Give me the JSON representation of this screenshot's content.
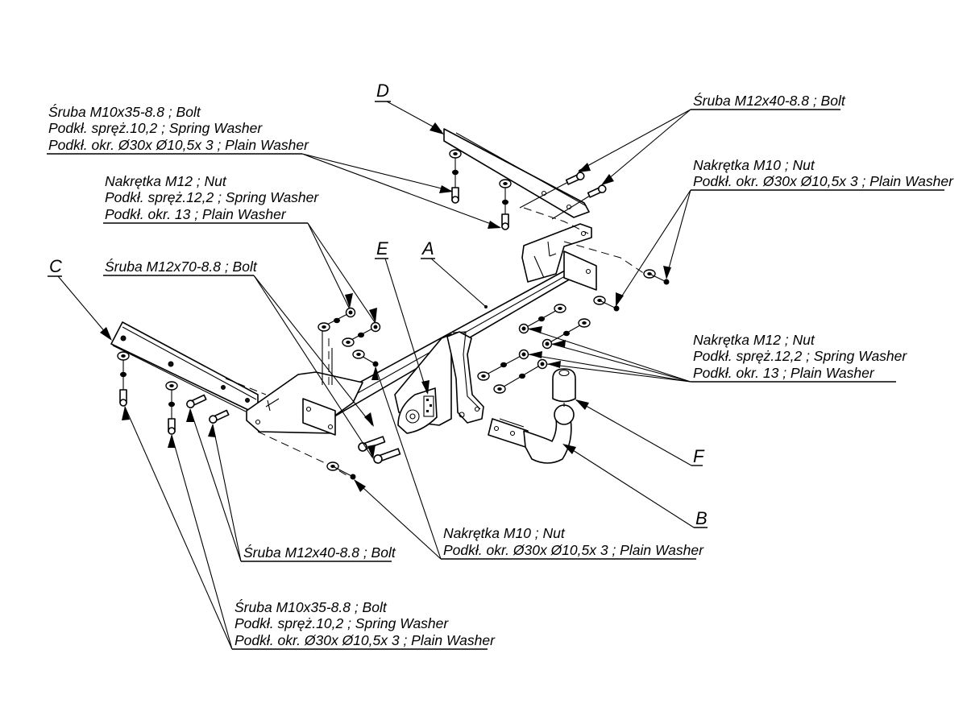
{
  "diagram": {
    "title": "Towbar exploded assembly view",
    "part_letters": {
      "A": "A",
      "B": "B",
      "C": "C",
      "D": "D",
      "E": "E",
      "F": "F"
    },
    "callouts": [
      {
        "id": "top-left-bolt-set",
        "lines": [
          "Śruba M10x35-8.8 ;  Bolt",
          "Podkł. spręż.10,2 ; Spring Washer",
          "Podkł. okr.  Ø30x Ø10,5x 3 ; Plain Washer"
        ]
      },
      {
        "id": "top-right-bolt",
        "lines": [
          "Śruba M12x40-8.8 ;  Bolt"
        ]
      },
      {
        "id": "right-nut-set",
        "lines": [
          "Nakrętka  M10 ; Nut",
          "Podkł. okr.  Ø30x Ø10,5x 3 ; Plain Washer"
        ]
      },
      {
        "id": "left-nut-set-m12",
        "lines": [
          "Nakrętka  M12 ; Nut",
          "Podkł. spręż.12,2 ; Spring Washer",
          "Podkł. okr. 13 ; Plain Washer"
        ]
      },
      {
        "id": "long-bolt",
        "lines": [
          "Śruba M12x70-8.8 ;  Bolt"
        ]
      },
      {
        "id": "right-nut-set-m12",
        "lines": [
          "Nakrętka  M12 ; Nut",
          "Podkł. spręż.12,2 ; Spring Washer",
          "Podkł. okr. 13 ; Plain Washer"
        ]
      },
      {
        "id": "bottom-nut-set",
        "lines": [
          "Nakrętka  M10 ; Nut",
          "Podkł. okr.  Ø30x Ø10,5x 3 ; Plain Washer"
        ]
      },
      {
        "id": "bottom-bolt",
        "lines": [
          "Śruba M12x40-8.8 ;  Bolt"
        ]
      },
      {
        "id": "bottom-left-bolt-set",
        "lines": [
          "Śruba M10x35-8.8 ;  Bolt",
          "Podkł. spręż.10,2 ; Spring Washer",
          "Podkł. okr.  Ø30x Ø10,5x 3 ; Plain Washer"
        ]
      }
    ]
  }
}
